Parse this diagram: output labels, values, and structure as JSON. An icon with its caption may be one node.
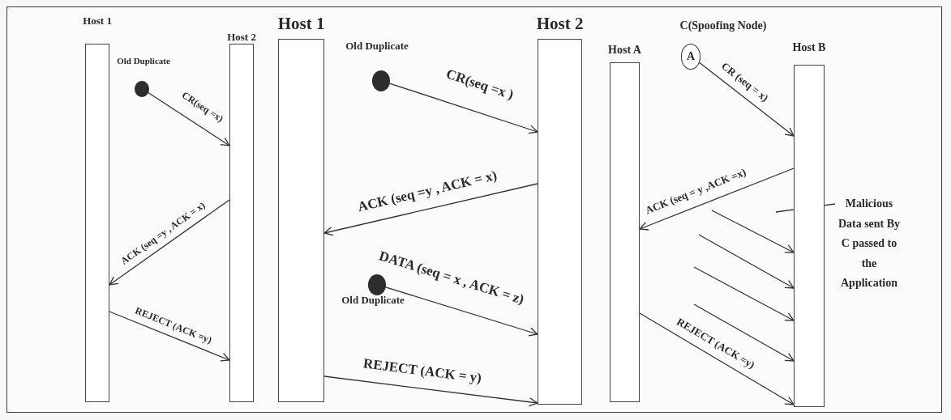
{
  "diagram": {
    "nodes": [
      {
        "text": [
          "Host 1"
        ]
      },
      {
        "text": [
          "Host 2"
        ]
      },
      {
        "text": [
          "Old Duplicate"
        ]
      },
      {
        "text": [
          "Host 1"
        ]
      },
      {
        "text": [
          "Host 2"
        ]
      },
      {
        "text": [
          "Old Duplicate"
        ]
      },
      {
        "text": [
          "Old Duplicate"
        ]
      },
      {
        "text": [
          "Host A"
        ]
      },
      {
        "text": [
          "C(Spoofing Node)",
          "A"
        ]
      },
      {
        "text": [
          "Host B"
        ]
      },
      {
        "text": [
          "Malicious Data sent By C passed to the Application"
        ]
      }
    ],
    "edges": [
      {
        "from": 2,
        "to": 1,
        "arrow": "to",
        "label": "CR(seq =x)"
      },
      {
        "from": 1,
        "to": 0,
        "arrow": "to",
        "label": "ACK (seq =y , ACK = x)"
      },
      {
        "from": 0,
        "to": 1,
        "arrow": "to",
        "label": "REJECT (ACK =y)"
      },
      {
        "from": 5,
        "to": 4,
        "arrow": "to",
        "label": "CR(seq =x )"
      },
      {
        "from": 4,
        "to": 3,
        "arrow": "to",
        "label": "ACK (seq =y , ACK = x)"
      },
      {
        "from": 6,
        "to": 4,
        "arrow": "to",
        "label": "DATA (seq = x , ACK = z)"
      },
      {
        "from": 3,
        "to": 4,
        "arrow": "to",
        "label": "REJECT (ACK = y)"
      },
      {
        "from": 8,
        "to": 9,
        "arrow": "to",
        "label": "CR (seq = x)"
      },
      {
        "from": 9,
        "to": 7,
        "arrow": "to",
        "label": "ACK (seq = y ,ACK =x)"
      },
      {
        "from": null,
        "to": 9,
        "arrow": "to"
      },
      {
        "from": null,
        "to": 9,
        "arrow": "to"
      },
      {
        "from": null,
        "to": 9,
        "arrow": "to"
      },
      {
        "from": null,
        "to": 9,
        "arrow": "to"
      },
      {
        "from": 7,
        "to": 9,
        "arrow": "to",
        "label": "REJECT (ACK =y)"
      },
      {
        "from": 10,
        "to": null,
        "arrow": "none"
      }
    ]
  }
}
